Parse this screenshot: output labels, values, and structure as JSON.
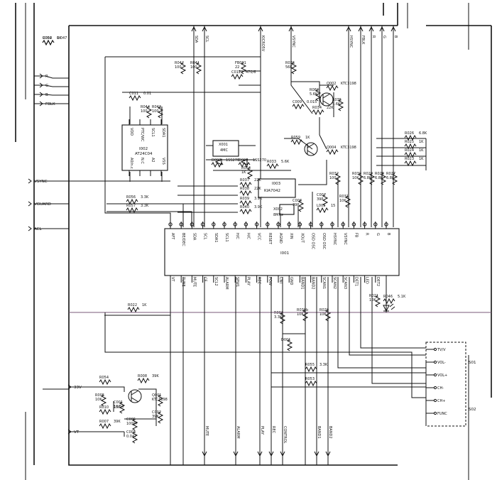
{
  "left_ports": [
    {
      "label": "R"
    },
    {
      "label": "G"
    },
    {
      "label": "B"
    },
    {
      "label": "FBLK"
    },
    {
      "label": "VSYNC"
    },
    {
      "label": "VGUARD"
    },
    {
      "label": "ACL"
    },
    {
      "label": "33V"
    },
    {
      "label": "VT"
    }
  ],
  "top_signals": [
    "SDA",
    "SCL",
    "KICRO5V",
    "VSYNC",
    "HSYNC",
    "FBLK",
    "R",
    "G",
    "B"
  ],
  "ic1002": {
    "name": "I002",
    "part": "AT24C04",
    "pins_top": [
      "VDD",
      "PTC/WC",
      "SCL1",
      "SDA1"
    ],
    "pins_bottom": [
      "A0/n.c",
      "N.C",
      "A2",
      "VSS"
    ]
  },
  "ic1001": {
    "name": "I001",
    "pins_top": [
      "AFT",
      "BE/DEC",
      "SDA",
      "SCL",
      "SDA1",
      "SCL1",
      "H/C",
      "H/C",
      "VCC",
      "RESET",
      "AGND",
      "XIN",
      "XOUT",
      "OSD OSC",
      "OSD OSC",
      "HSYNC",
      "VSYNC",
      "FB",
      "R",
      "G",
      "B"
    ],
    "pins_bottom": [
      "VT",
      "TUNE",
      "MUTE",
      "CE",
      "SCL2",
      "ALARM",
      "SPW1",
      "PLAY",
      "REC",
      "POW",
      "CNT",
      "GND",
      "BAND1",
      "BAND2",
      "SCAN1",
      "SCAN2",
      "SCAN3",
      "DET1",
      "LED",
      "DET2",
      ""
    ]
  },
  "ic1003": {
    "name": "I003",
    "part": "KIA7042"
  },
  "xtal": {
    "name": "X001",
    "value": "4MC"
  },
  "xtal2": {
    "name": "X002",
    "value": "8MHz"
  },
  "components": [
    {
      "ref": "R042",
      "value": "100"
    },
    {
      "ref": "R041",
      "value": "100"
    },
    {
      "ref": "FB001",
      "value": "22"
    },
    {
      "ref": "C012",
      "value": "470/6"
    },
    {
      "ref": "R036",
      "value": "56K"
    },
    {
      "ref": "R060",
      "value": "5.6K"
    },
    {
      "ref": "Q002",
      "value": "KTC3198"
    },
    {
      "ref": "C009",
      "value": "0.015"
    },
    {
      "ref": "R034",
      "value": "22K"
    },
    {
      "ref": "R035",
      "value": "5.6K"
    },
    {
      "ref": "C011",
      "value": "0.01"
    },
    {
      "ref": "R044",
      "value": "100"
    },
    {
      "ref": "R043",
      "value": "100"
    },
    {
      "ref": "R059",
      "value": "1K"
    },
    {
      "ref": "Q004",
      "value": "KTC3198"
    },
    {
      "ref": "D003",
      "value": "1SS270"
    },
    {
      "ref": "D002",
      "value": "1SS270"
    },
    {
      "ref": "R064",
      "value": "1K"
    },
    {
      "ref": "R033",
      "value": "5.6K"
    },
    {
      "ref": "R037",
      "value": "22K"
    },
    {
      "ref": "R038",
      "value": "22K"
    },
    {
      "ref": "R039",
      "value": "3.9K"
    },
    {
      "ref": "R040",
      "value": "3.9K"
    },
    {
      "ref": "R056",
      "value": "3.3K"
    },
    {
      "ref": "R057",
      "value": "3.3K"
    },
    {
      "ref": "C007",
      "value": "39P"
    },
    {
      "ref": "C008",
      "value": "39P"
    },
    {
      "ref": "L003",
      "value": "15"
    },
    {
      "ref": "R032",
      "value": "100"
    },
    {
      "ref": "R031",
      "value": "10K"
    },
    {
      "ref": "R030",
      "value": "10K"
    },
    {
      "ref": "R029",
      "value": "6.8K"
    },
    {
      "ref": "R028",
      "value": "6.8K"
    },
    {
      "ref": "R027",
      "value": "6.8K"
    },
    {
      "ref": "R026",
      "value": "6.8K"
    },
    {
      "ref": "R025",
      "value": "1K"
    },
    {
      "ref": "R024",
      "value": "1K"
    },
    {
      "ref": "R023",
      "value": "1K"
    },
    {
      "ref": "R022",
      "value": "1K"
    },
    {
      "ref": "R001",
      "value": "3.3K"
    },
    {
      "ref": "R039b",
      "value": "10K"
    },
    {
      "ref": "R020",
      "value": "10K"
    },
    {
      "ref": "R021",
      "value": "10K"
    },
    {
      "ref": "R046",
      "value": "5.1K"
    },
    {
      "ref": "D001",
      "value": ""
    },
    {
      "ref": "R055",
      "value": "3.3K"
    },
    {
      "ref": "R053",
      "value": ""
    },
    {
      "ref": "R054",
      "value": ""
    },
    {
      "ref": "R005",
      "value": "10K"
    },
    {
      "ref": "C001",
      "value": "10/50"
    },
    {
      "ref": "Q001",
      "value": "KTC3198"
    },
    {
      "ref": "C002",
      "value": "39K"
    },
    {
      "ref": "R010",
      "value": "15K"
    },
    {
      "ref": "C005",
      "value": "1000P"
    },
    {
      "ref": "R007",
      "value": "39K"
    },
    {
      "ref": "C003",
      "value": "0.047"
    },
    {
      "ref": "R008",
      "value": "39K"
    },
    {
      "ref": "C004",
      "value": "0.047"
    },
    {
      "ref": "R052",
      "value": "1K"
    }
  ],
  "bottom_signals": [
    "MUTE",
    "ALARM",
    "PLAY",
    "REC",
    "CONTROL",
    "BAND1",
    "BAND2"
  ],
  "switch_block": {
    "ref": "S01",
    "ref2": "S02",
    "items": [
      "TV/V",
      "VOL-",
      "VOL+",
      "CH-",
      "CH+",
      "FUNC"
    ]
  }
}
